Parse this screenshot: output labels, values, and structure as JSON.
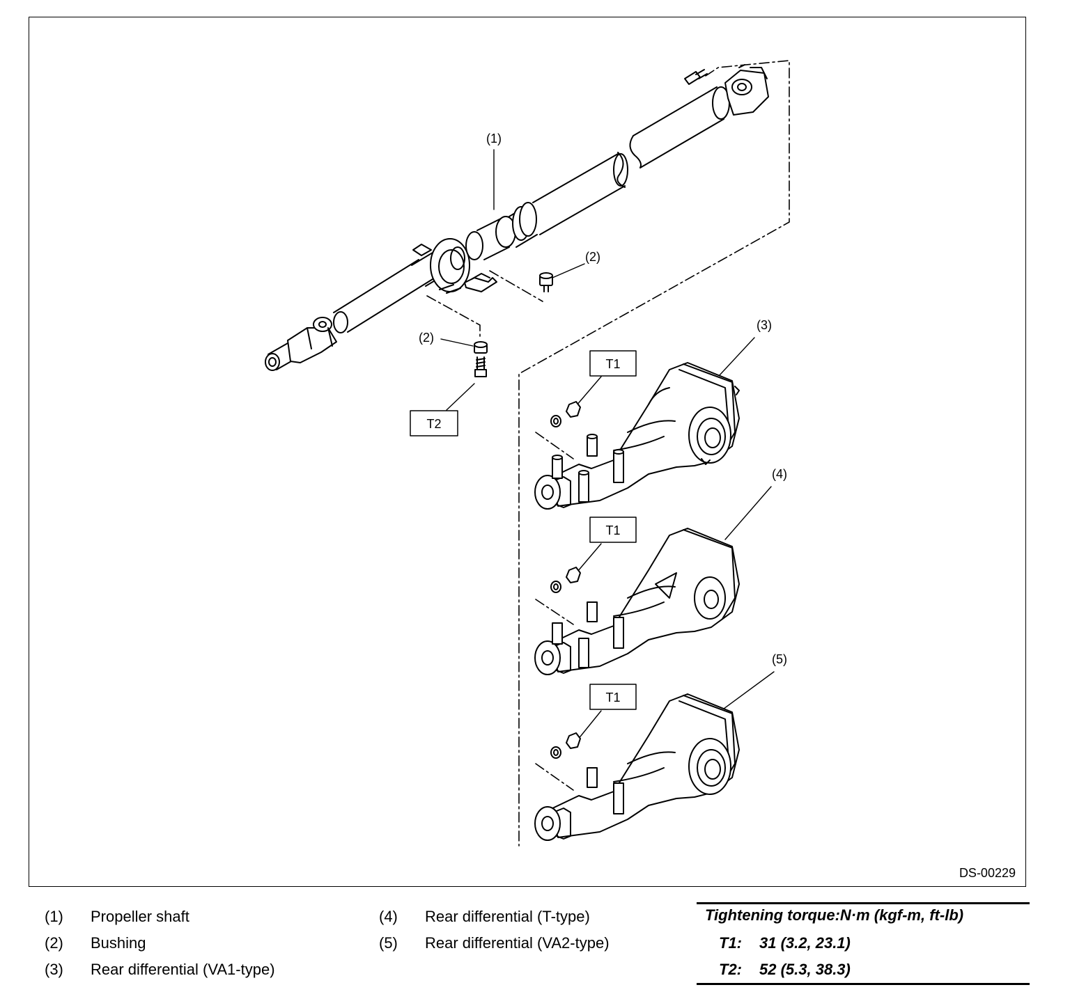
{
  "figure_id": "DS-00229",
  "callouts": {
    "c1": "(1)",
    "c2a": "(2)",
    "c2b": "(2)",
    "c3": "(3)",
    "c4": "(4)",
    "c5": "(5)",
    "t1a": "T1",
    "t1b": "T1",
    "t1c": "T1",
    "t2": "T2"
  },
  "legend": [
    {
      "num": "(1)",
      "text": "Propeller shaft"
    },
    {
      "num": "(2)",
      "text": "Bushing"
    },
    {
      "num": "(3)",
      "text": "Rear differential (VA1-type)"
    },
    {
      "num": "(4)",
      "text": "Rear differential (T-type)"
    },
    {
      "num": "(5)",
      "text": "Rear differential (VA2-type)"
    }
  ],
  "torque": {
    "title": "Tightening torque:N·m (kgf-m, ft-lb)",
    "rows": [
      {
        "key": "T1:",
        "value": "31 (3.2, 23.1)"
      },
      {
        "key": "T2:",
        "value": "52 (5.3, 38.3)"
      }
    ]
  }
}
